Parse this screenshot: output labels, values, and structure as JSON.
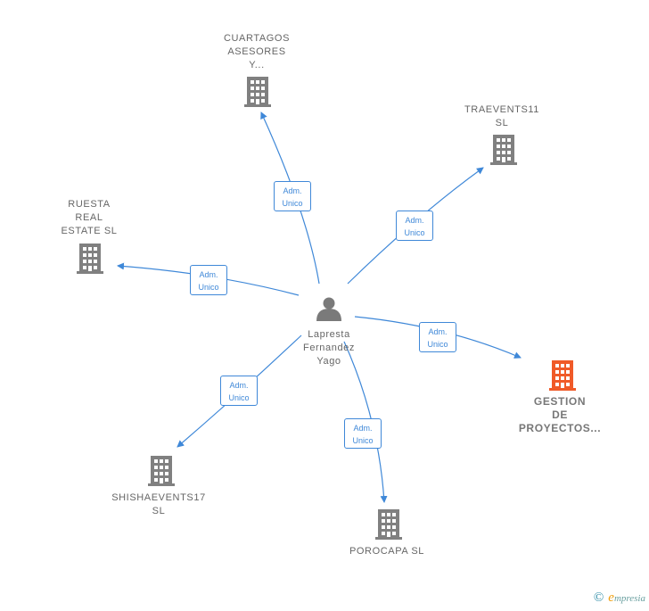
{
  "center": {
    "name": "Lapresta\nFernandez\nYago"
  },
  "companies": [
    {
      "id": "cuartagos",
      "name": "CUARTAGOS\nASESORES\nY...",
      "highlight": false
    },
    {
      "id": "traevents",
      "name": "TRAEVENTS11\nSL",
      "highlight": false
    },
    {
      "id": "ruesta",
      "name": "RUESTA\nREAL\nESTATE  SL",
      "highlight": false
    },
    {
      "id": "gestion",
      "name": "GESTION\nDE\nPROYECTOS...",
      "highlight": true
    },
    {
      "id": "shisha",
      "name": "SHISHAEVENTS17\nSL",
      "highlight": false
    },
    {
      "id": "porocapa",
      "name": "POROCAPA  SL",
      "highlight": false
    }
  ],
  "relation_label": "Adm.\nUnico",
  "colors": {
    "edge": "#3f88d8",
    "building": "#808080",
    "highlight": "#f05a28",
    "person": "#7a7a7a"
  },
  "brand": {
    "copyright": "©",
    "initial": "e",
    "name": "mpresia"
  }
}
